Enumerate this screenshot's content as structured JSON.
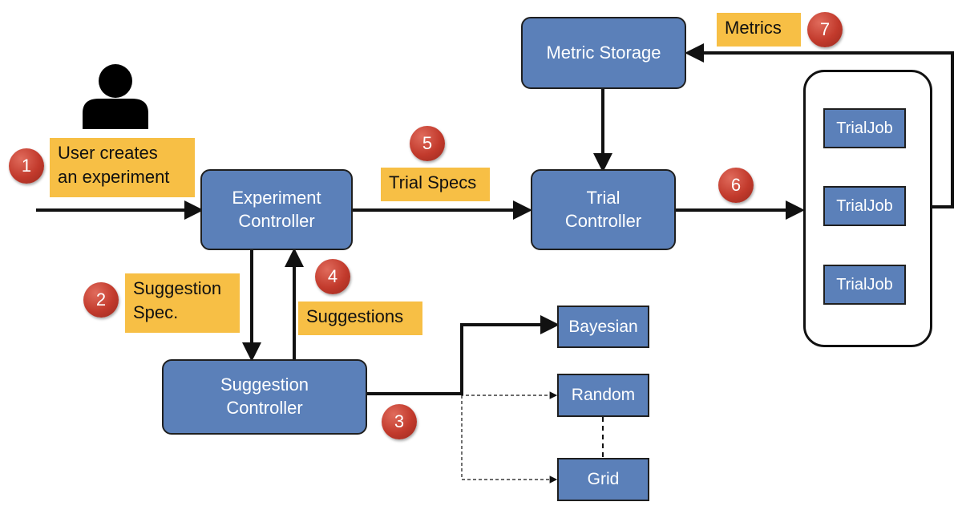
{
  "nodes": {
    "experiment_controller": "Experiment\nController",
    "trial_controller": "Trial\nController",
    "metric_storage": "Metric Storage",
    "suggestion_controller": "Suggestion\nController",
    "bayesian": "Bayesian",
    "random": "Random",
    "grid": "Grid",
    "trial_jobs": [
      "TrialJob",
      "TrialJob",
      "TrialJob"
    ]
  },
  "labels": {
    "user_creates": "User creates\nan experiment",
    "suggestion_spec": "Suggestion\nSpec.",
    "suggestions": "Suggestions",
    "trial_specs": "Trial Specs",
    "metrics": "Metrics"
  },
  "steps": [
    "1",
    "2",
    "3",
    "4",
    "5",
    "6",
    "7"
  ],
  "colors": {
    "node_fill": "#5b80b9",
    "label_fill": "#f7bf45",
    "badge_fill": "#c23a2c"
  },
  "icons": {
    "user": "person-icon"
  }
}
